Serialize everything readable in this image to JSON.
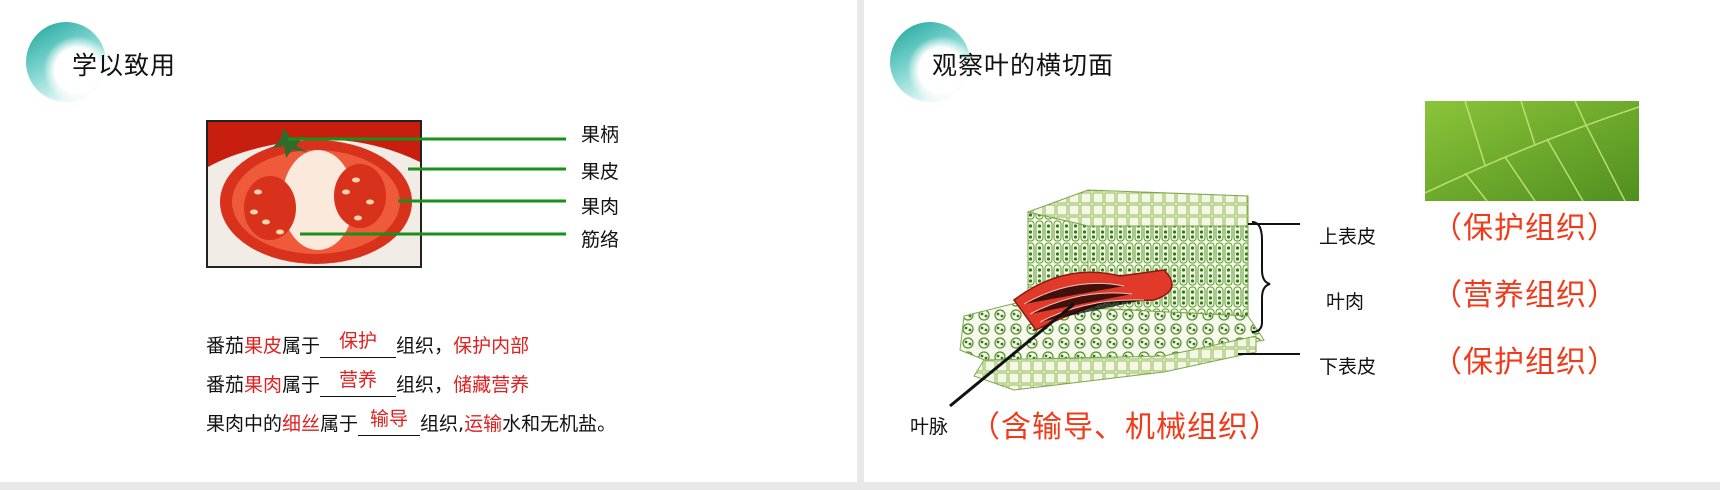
{
  "left_slide": {
    "title": "学以致用",
    "labels": [
      "果柄",
      "果皮",
      "果肉",
      "筋络"
    ],
    "sentences": [
      {
        "prefix": "番茄",
        "highlight": "果皮",
        "mid": "属于",
        "answer": "保护",
        "suffix": "组织，",
        "note": "保护内部",
        "tail": ""
      },
      {
        "prefix": "番茄",
        "highlight": "果肉",
        "mid": "属于",
        "answer": "营养",
        "suffix": "组织，",
        "note": "储藏营养",
        "tail": ""
      },
      {
        "prefix": "果肉中的",
        "highlight": "细丝",
        "mid": "属于",
        "answer": "输导",
        "suffix": "组织,",
        "note": "运输",
        "tail": "水和无机盐。"
      }
    ]
  },
  "right_slide": {
    "title": "观察叶的横切面",
    "labels": {
      "upper": "上表皮",
      "mesophyll": "叶肉",
      "lower": "下表皮",
      "vein": "叶脉"
    },
    "tissues": {
      "upper": "（保护组织）",
      "mesophyll": "（营养组织）",
      "lower": "（保护组织）",
      "vein": "（含输导、机械组织）"
    }
  },
  "colors": {
    "accent_red": "#e02020",
    "tissue_red": "#f03a1a",
    "line_green": "#1a8f1a",
    "teal": "#1aa39a"
  }
}
